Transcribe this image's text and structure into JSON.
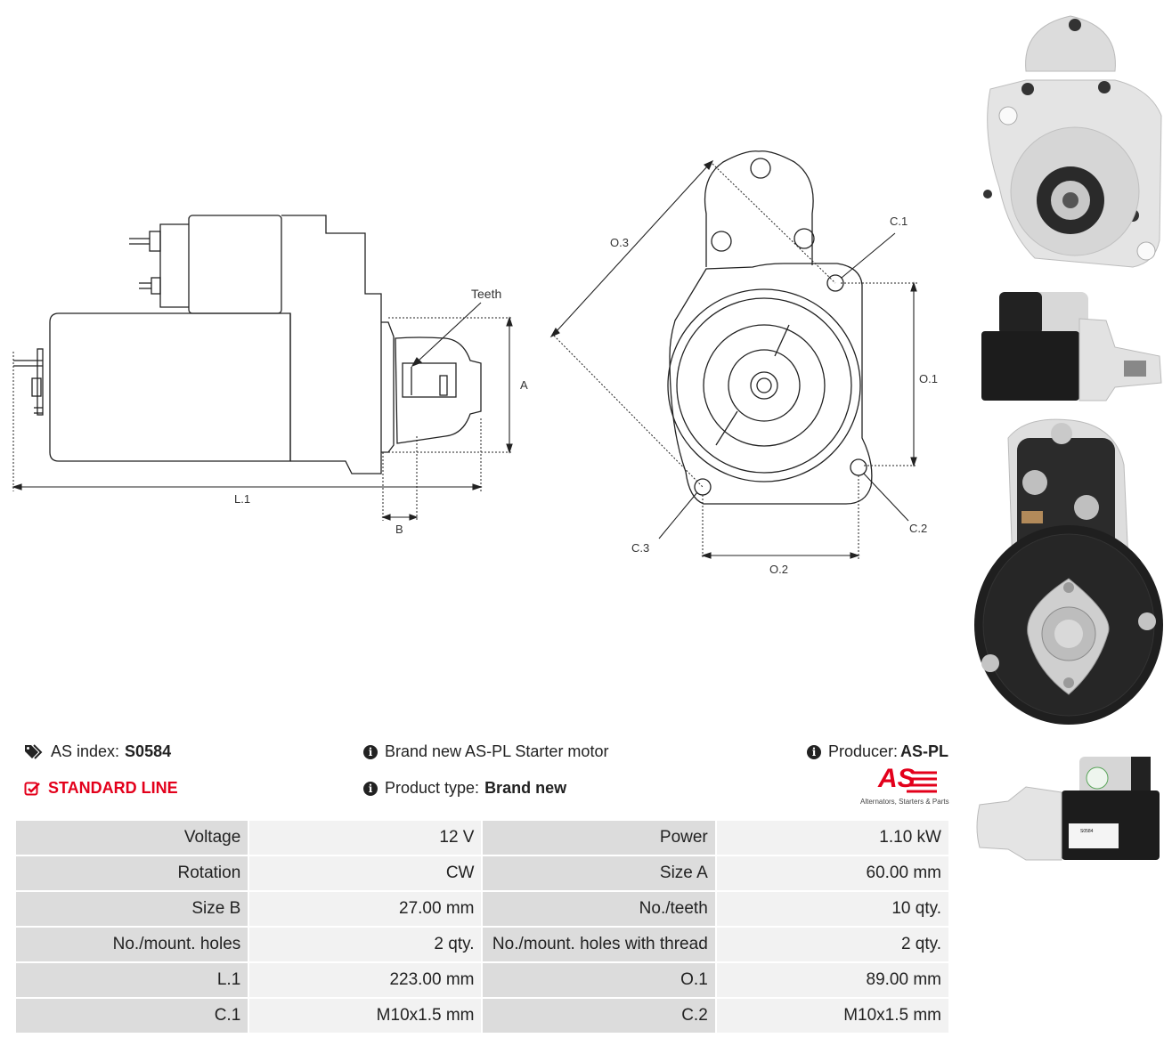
{
  "drawing": {
    "side_labels": {
      "teeth": "Teeth",
      "a": "A",
      "l1": "L.1",
      "b": "B"
    },
    "front_labels": {
      "o3": "O.3",
      "c1": "C.1",
      "o1": "O.1",
      "c2": "C.2",
      "c3": "C.3",
      "o2": "O.2"
    }
  },
  "header": {
    "as_index_label": "AS index:",
    "as_index_value": "S0584",
    "line": "STANDARD LINE",
    "title": "Brand new AS-PL Starter motor",
    "product_type_label": "Product type:",
    "product_type_value": "Brand new",
    "producer_label": "Producer:",
    "producer_value": "AS-PL",
    "logo_text": "AS",
    "logo_tagline": "Alternators, Starters & Parts"
  },
  "specs": [
    [
      "Voltage",
      "12 V",
      "Power",
      "1.10 kW"
    ],
    [
      "Rotation",
      "CW",
      "Size A",
      "60.00 mm"
    ],
    [
      "Size B",
      "27.00 mm",
      "No./teeth",
      "10 qty."
    ],
    [
      "No./mount. holes",
      "2 qty.",
      "No./mount. holes with thread",
      "2 qty."
    ],
    [
      "L.1",
      "223.00 mm",
      "O.1",
      "89.00 mm"
    ],
    [
      "C.1",
      "M10x1.5 mm",
      "C.2",
      "M10x1.5 mm"
    ]
  ],
  "photos": {
    "label_sticker": "S0584"
  },
  "colors": {
    "accent_red": "#e3001b",
    "table_key_bg": "#dcdcdc",
    "table_val_bg": "#f2f2f2"
  }
}
